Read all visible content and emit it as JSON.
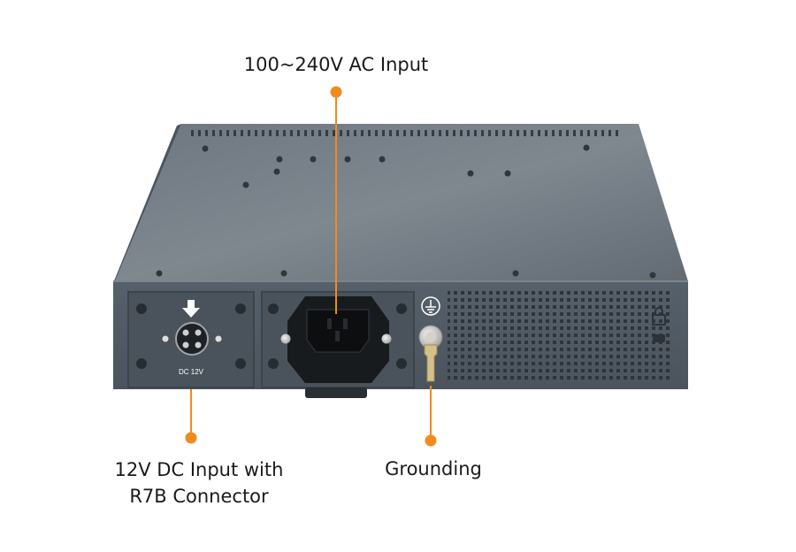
{
  "callouts": {
    "ac_input": "100~240V AC Input",
    "dc_input_line1": "12V DC Input with",
    "dc_input_line2": "R7B Connector",
    "grounding": "Grounding"
  },
  "device": {
    "dc_port_label": "DC 12V",
    "body_color": "#5d6670",
    "accent_color": "#f28a1e"
  }
}
